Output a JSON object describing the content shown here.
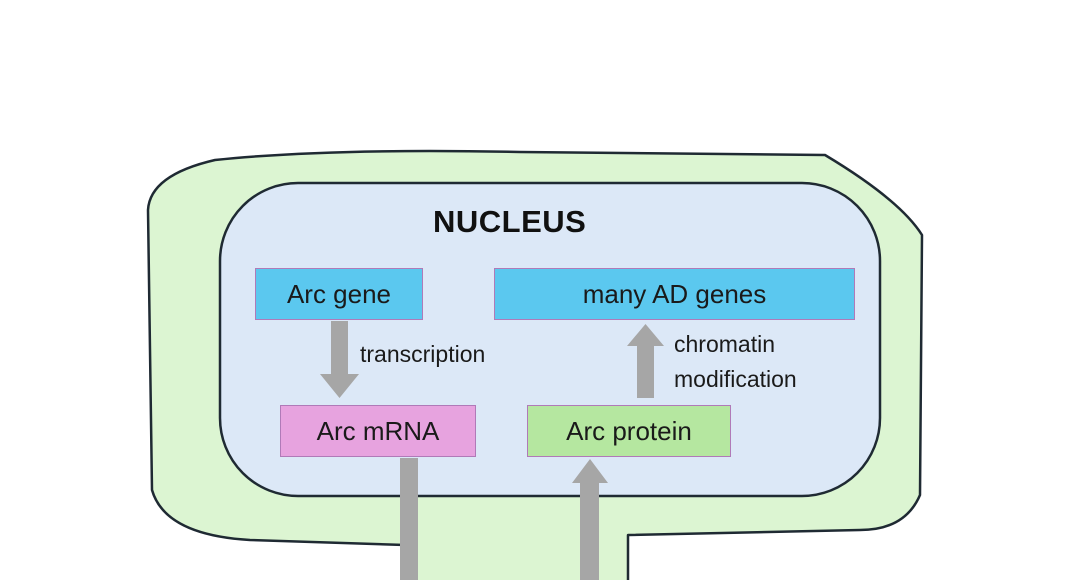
{
  "title": "NUCLEUS",
  "nodes": {
    "arc_gene": "Arc gene",
    "many_ad_genes": "many AD genes",
    "arc_mrna": "Arc mRNA",
    "arc_protein": "Arc protein"
  },
  "edges": {
    "transcription": "transcription",
    "chromatin_line1": "chromatin",
    "chromatin_line2": "modification"
  },
  "colors": {
    "cell_fill": "#dcf5d2",
    "nucleus_fill": "#dce8f7",
    "outline": "#1f2a33",
    "gene_box": "#5bc8ef",
    "mrna_box": "#e7a3df",
    "protein_box": "#b5e7a0",
    "arrow": "#a6a6a6",
    "box_border": "#b07ab8"
  }
}
